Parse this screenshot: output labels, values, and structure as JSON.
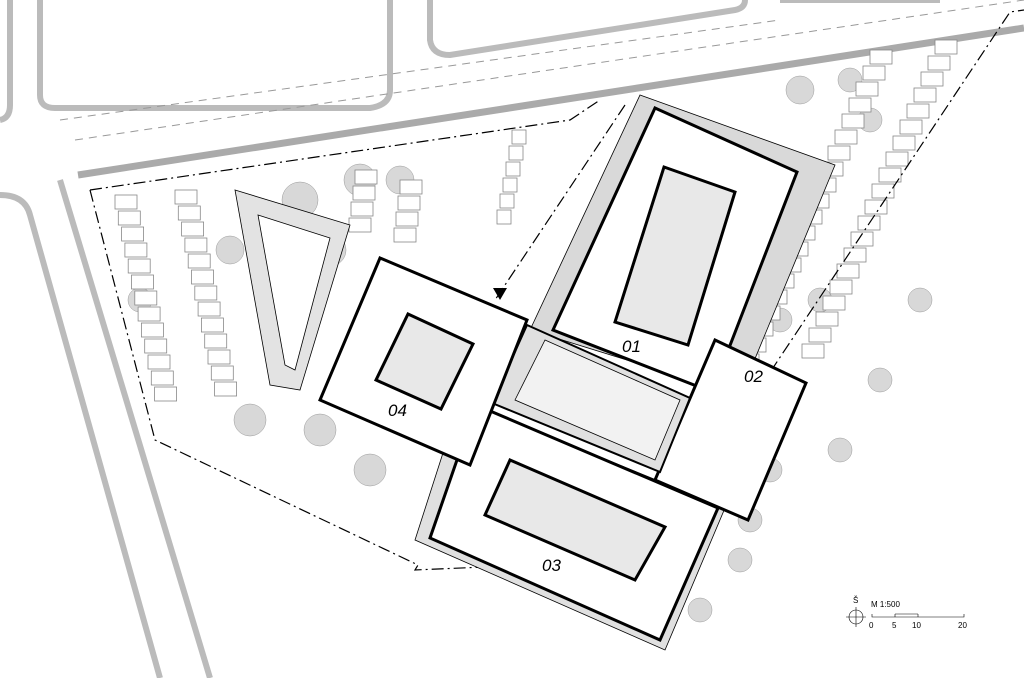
{
  "buildings": [
    {
      "id": "01"
    },
    {
      "id": "02"
    },
    {
      "id": "03"
    },
    {
      "id": "04"
    }
  ],
  "legend": {
    "north_label": "Š",
    "scale_text": "M 1:500",
    "scale_ticks": [
      "0",
      "5",
      "10",
      "20"
    ]
  },
  "colors": {
    "line": "#000000",
    "hatch": "#bfbfbf",
    "paving": "#d9d9d9",
    "tree": "#cfcfcf"
  }
}
